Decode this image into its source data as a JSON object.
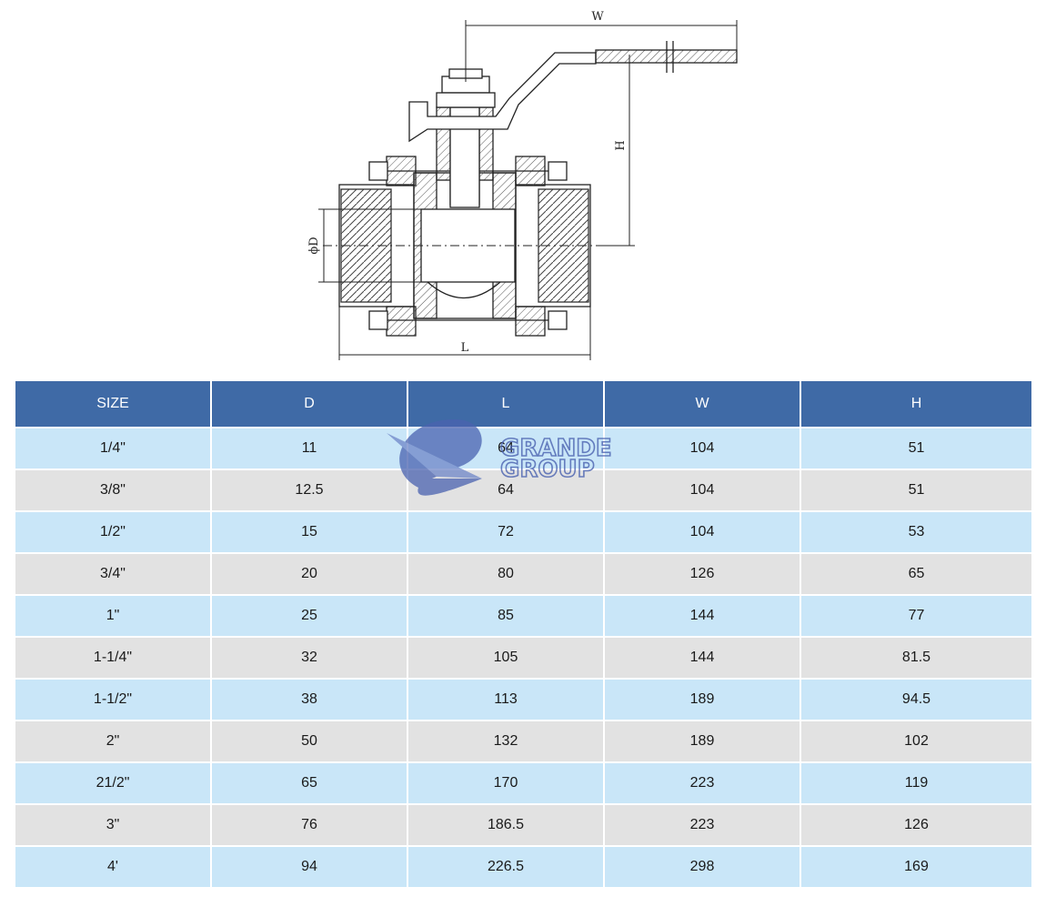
{
  "drawing": {
    "labels": {
      "w": "W",
      "h": "H",
      "d": "ϕD",
      "l": "L"
    }
  },
  "table": {
    "headers": [
      "SIZE",
      "D",
      "L",
      "W",
      "H"
    ],
    "rows": [
      [
        "1/4\"",
        "11",
        "64",
        "104",
        "51"
      ],
      [
        "3/8\"",
        "12.5",
        "64",
        "104",
        "51"
      ],
      [
        "1/2\"",
        "15",
        "72",
        "104",
        "53"
      ],
      [
        "3/4\"",
        "20",
        "80",
        "126",
        "65"
      ],
      [
        "1\"",
        "25",
        "85",
        "144",
        "77"
      ],
      [
        "1-1/4\"",
        "32",
        "105",
        "144",
        "81.5"
      ],
      [
        "1-1/2\"",
        "38",
        "113",
        "189",
        "94.5"
      ],
      [
        "2\"",
        "50",
        "132",
        "189",
        "102"
      ],
      [
        "21/2\"",
        "65",
        "170",
        "223",
        "119"
      ],
      [
        "3\"",
        "76",
        "186.5",
        "223",
        "126"
      ],
      [
        "4'",
        "94",
        "226.5",
        "298",
        "169"
      ]
    ]
  },
  "watermark": {
    "line1": "GRANDE",
    "line2": "GROUP",
    "color": "#4a62b0"
  },
  "colors": {
    "header_bg": "#3f6aa6",
    "row_blue": "#c9e6f8",
    "row_grey": "#e2e2e2"
  }
}
